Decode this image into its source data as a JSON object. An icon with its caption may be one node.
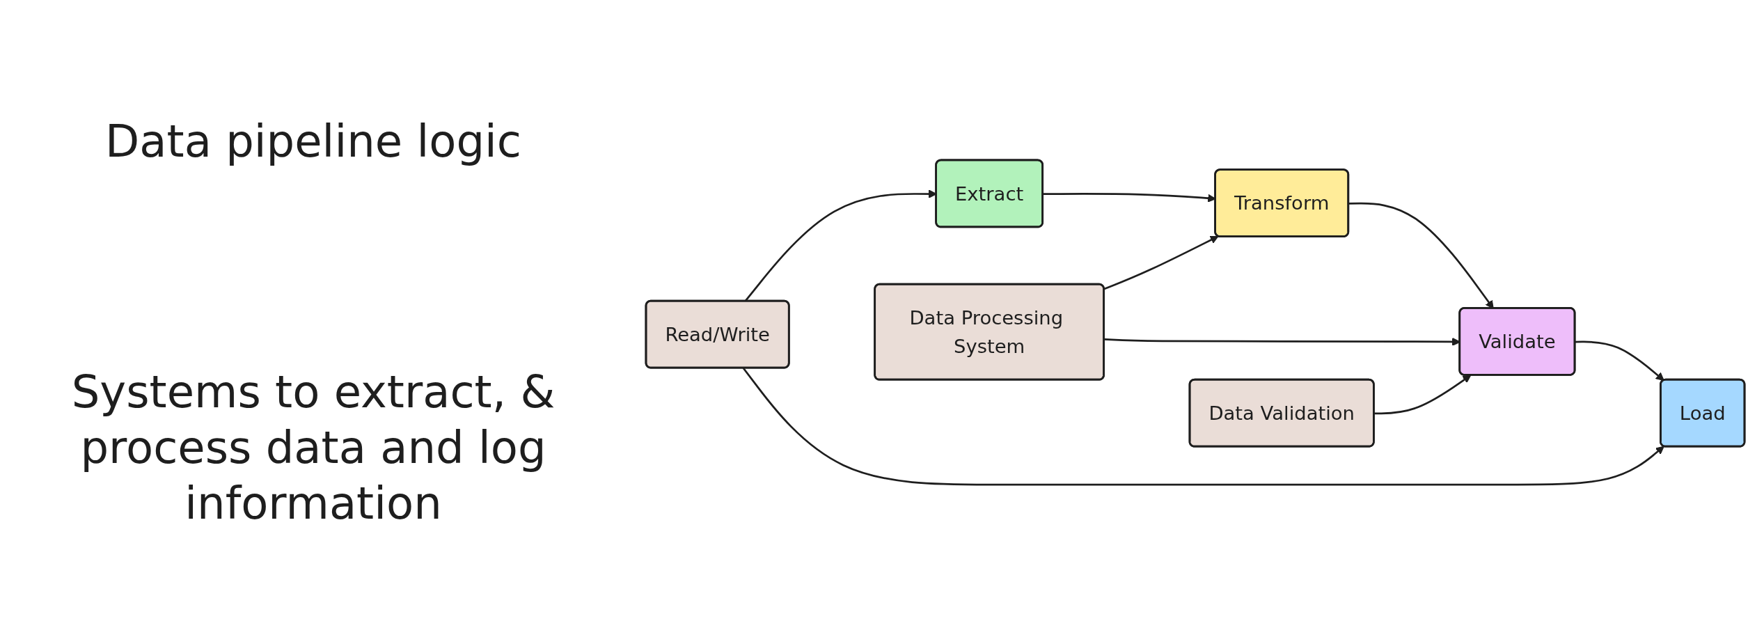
{
  "diagram": {
    "nodes": [
      {
        "text": [
          "Extract"
        ]
      },
      {
        "text": [
          "Transform"
        ]
      },
      {
        "text": [
          "Validate"
        ]
      },
      {
        "text": [
          "Load"
        ]
      },
      {
        "text": [
          "Read/Write"
        ]
      },
      {
        "text": [
          "Data Processing System"
        ]
      },
      {
        "text": [
          "Data Validation"
        ]
      }
    ],
    "edges": [
      {
        "from": 0,
        "to": 1,
        "arrow": "to"
      },
      {
        "from": 1,
        "to": 2,
        "arrow": "to"
      },
      {
        "from": 2,
        "to": 3,
        "arrow": "to"
      },
      {
        "from": 4,
        "to": 0,
        "arrow": "to"
      },
      {
        "from": 4,
        "to": 3,
        "arrow": "to"
      },
      {
        "from": 5,
        "to": 1,
        "arrow": "to"
      },
      {
        "from": 5,
        "to": 2,
        "arrow": "to"
      },
      {
        "from": 6,
        "to": 2,
        "arrow": "to"
      }
    ],
    "labels": [
      "Data pipeline logic",
      "Systems to extract, & process data and log information"
    ]
  }
}
